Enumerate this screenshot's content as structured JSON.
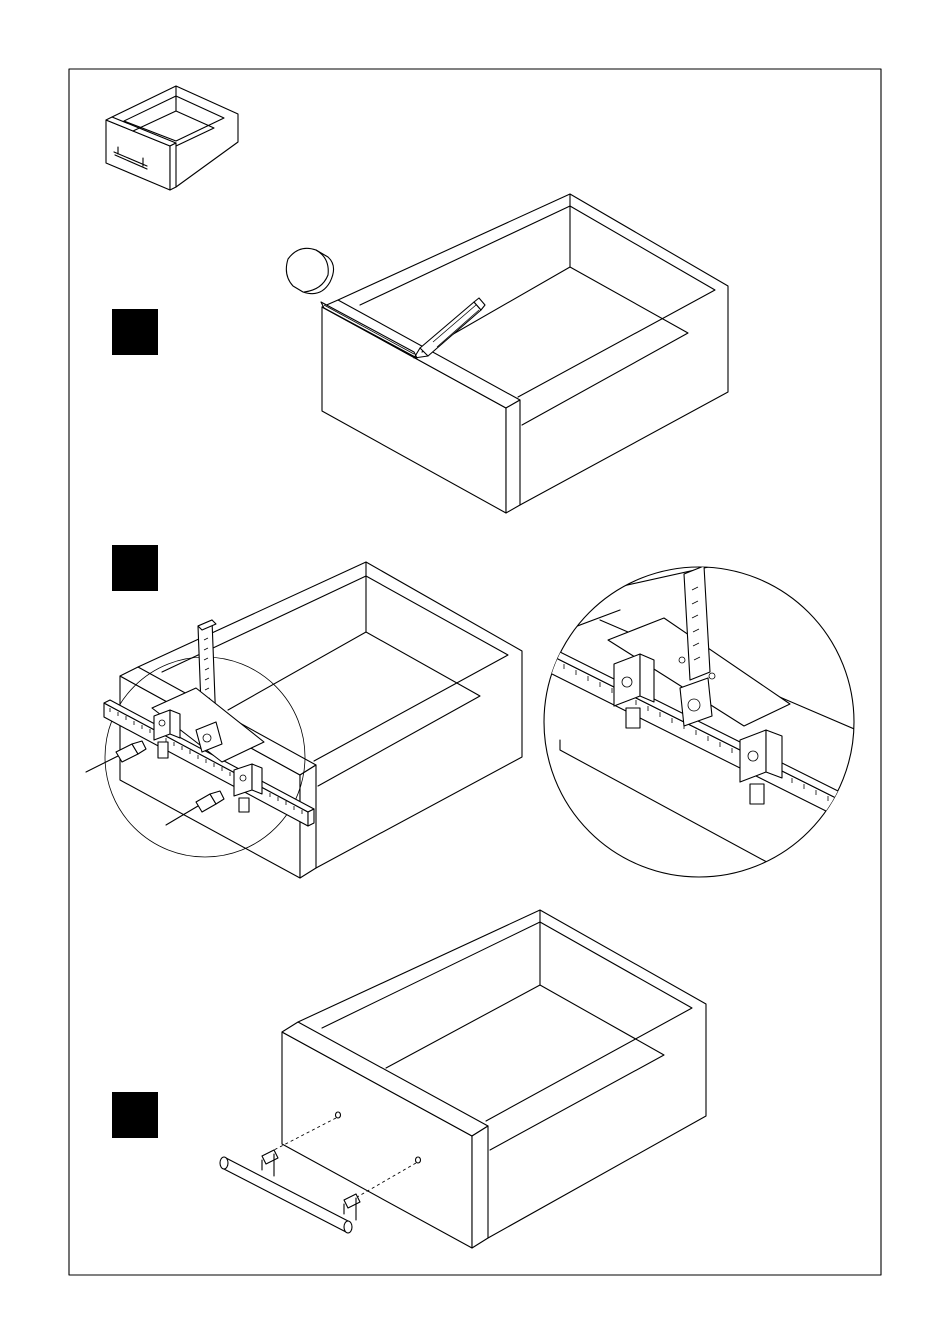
{
  "page": {
    "step_markers": [
      "step-1",
      "step-2",
      "step-3"
    ]
  },
  "diagram": {
    "panels": [
      {
        "id": "overview",
        "icons": [
          "drawer-with-handle"
        ]
      },
      {
        "id": "step-1",
        "icons": [
          "drawer",
          "tape-measure",
          "pencil"
        ]
      },
      {
        "id": "step-2",
        "icons": [
          "drawer",
          "drilling-jig",
          "ruler-scale",
          "drill-bit"
        ]
      },
      {
        "id": "step-2-detail",
        "icons": [
          "magnified-jig"
        ]
      },
      {
        "id": "step-3",
        "icons": [
          "drawer",
          "bar-handle",
          "screw-holes"
        ]
      }
    ],
    "colors": {
      "line": "#000000",
      "marker": "#000000",
      "background": "#ffffff"
    }
  }
}
